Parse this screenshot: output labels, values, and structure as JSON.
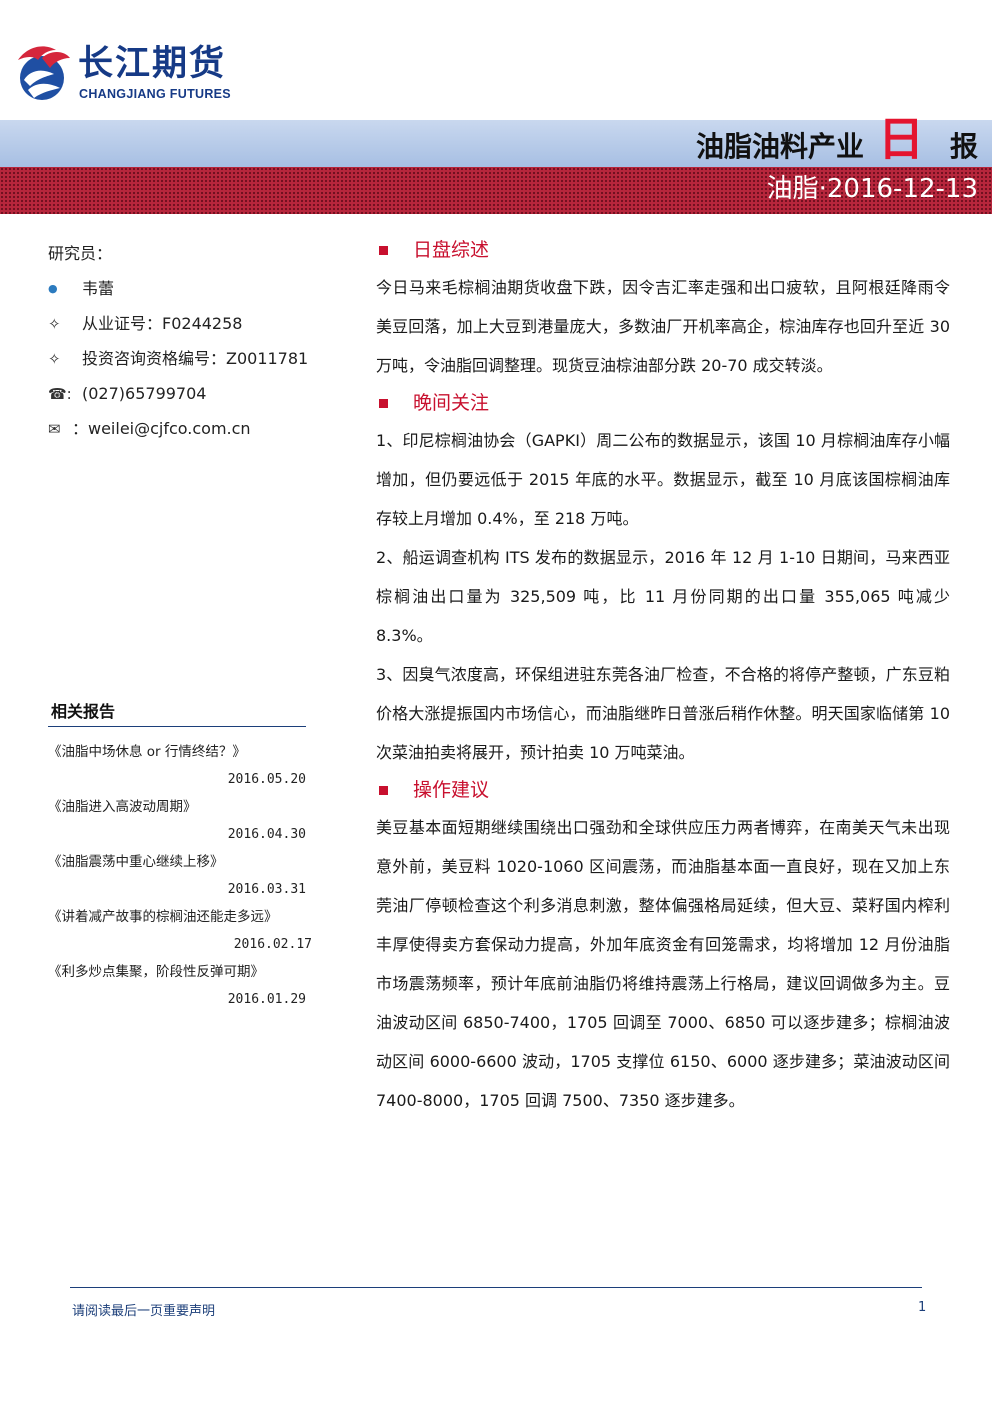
{
  "brand": {
    "name_cn": "长江期货",
    "name_en": "CHANGJIANG FUTURES",
    "colors": {
      "primary": "#163a86",
      "accent_red": "#c8102e",
      "band_blue": "#b7cbea",
      "band_red": "#b7263c"
    }
  },
  "header": {
    "title_prefix": "油脂油料产业",
    "title_accent": "日",
    "title_suffix": "报",
    "subtitle": "油脂·2016-12-13"
  },
  "researcher": {
    "label": "研究员：",
    "name": "韦蕾",
    "license": "从业证号：F0244258",
    "consult": "投资咨询资格编号：Z0011781",
    "phone": "(027)65799704",
    "email": "：weilei@cjfco.com.cn",
    "icons": [
      "person-icon",
      "diamond-icon",
      "diamond-icon",
      "phone-icon",
      "mail-icon"
    ]
  },
  "related": {
    "heading": "相关报告",
    "items": [
      {
        "title": "《油脂中场休息 or 行情终结？》",
        "date": "2016.05.20"
      },
      {
        "title": "《油脂进入高波动周期》",
        "date": "2016.04.30"
      },
      {
        "title": "《油脂震荡中重心继续上移》",
        "date": "2016.03.31"
      },
      {
        "title": "《讲着减产故事的棕榈油还能走多远》",
        "date": "2016.02.17"
      },
      {
        "title": "《利多炒点集聚，阶段性反弹可期》",
        "date": "2016.01.29"
      }
    ]
  },
  "sections": [
    {
      "heading": "日盘综述",
      "paragraphs": [
        "今日马来毛棕榈油期货收盘下跌，因令吉汇率走强和出口疲软，且阿根廷降雨令美豆回落，加上大豆到港量庞大，多数油厂开机率高企，棕油库存也回升至近 30 万吨，令油脂回调整理。现货豆油棕油部分跌 20-70 成交转淡。"
      ]
    },
    {
      "heading": "晚间关注",
      "paragraphs": [
        "1、印尼棕榈油协会（GAPKI）周二公布的数据显示，该国 10 月棕榈油库存小幅增加，但仍要远低于 2015 年底的水平。数据显示，截至 10 月底该国棕榈油库存较上月增加 0.4%，至 218 万吨。",
        "2、船运调查机构 ITS 发布的数据显示，2016 年 12 月 1-10 日期间，马来西亚棕榈油出口量为 325,509 吨，比 11 月份同期的出口量 355,065 吨减少 8.3%。",
        "3、因臭气浓度高，环保组进驻东莞各油厂检查，不合格的将停产整顿，广东豆粕价格大涨提振国内市场信心，而油脂继昨日普涨后稍作休整。明天国家临储第 10 次菜油拍卖将展开，预计拍卖 10 万吨菜油。"
      ]
    },
    {
      "heading": "操作建议",
      "paragraphs": [
        "美豆基本面短期继续围绕出口强劲和全球供应压力两者博弈，在南美天气未出现意外前，美豆料 1020-1060 区间震荡，而油脂基本面一直良好，现在又加上东莞油厂停顿检查这个利多消息刺激，整体偏强格局延续，但大豆、菜籽国内榨利丰厚使得卖方套保动力提高，外加年底资金有回笼需求，均将增加 12 月份油脂市场震荡频率，预计年底前油脂仍将维持震荡上行格局，建议回调做多为主。豆油波动区间 6850-7400，1705 回调至 7000、6850 可以逐步建多；棕榈油波动区间 6000-6600 波动，1705 支撑位 6150、6000 逐步建多；菜油波动区间 7400-8000，1705 回调 7500、7350 逐步建多。"
      ]
    }
  ],
  "footer": {
    "disclaimer": "请阅读最后一页重要声明",
    "page_number": "1"
  }
}
